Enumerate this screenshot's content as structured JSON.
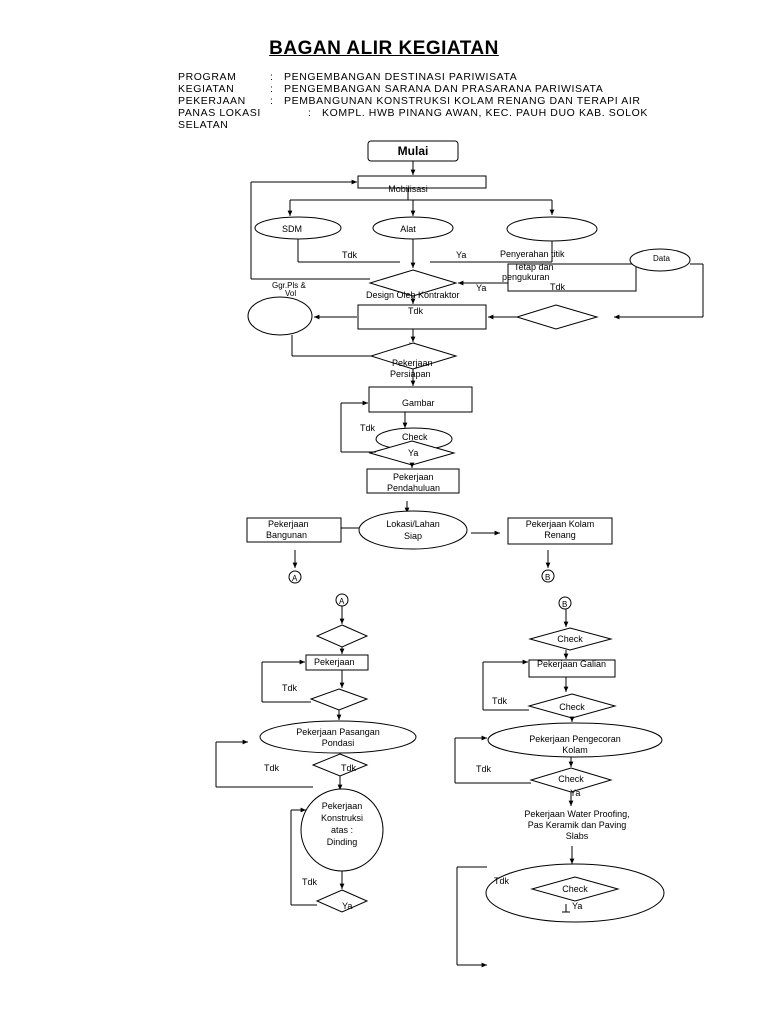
{
  "title": "BAGAN ALIR KEGIATAN",
  "header": {
    "rows": [
      {
        "label": "PROGRAM",
        "sep": ":",
        "value": "PENGEMBANGAN DESTINASI PARIWISATA"
      },
      {
        "label": "KEGIATAN",
        "sep": ":",
        "value": "PENGEMBANGAN SARANA DAN PRASARANA PARIWISATA"
      },
      {
        "label": "PEKERJAAN",
        "sep": ":",
        "value": "PEMBANGUNAN KONSTRUKSI KOLAM RENANG DAN TERAPI AIR"
      },
      {
        "label": "PANAS LOKASI",
        "sep": ":",
        "value": "KOMPL. HWB PINANG AWAN, KEC. PAUH DUO KAB. SOLOK"
      },
      {
        "label": "SELATAN",
        "sep": "",
        "value": ""
      }
    ]
  },
  "nodes": {
    "mulai": "Mulai",
    "mobilisasi": "Mobilisasi",
    "sdm": "SDM",
    "alat": "Alat",
    "penyerahan_line1": "Penyerahan titik",
    "penyerahan_line2": "Tetap dan",
    "penyerahan_line3": "pengukuran",
    "data": "Data",
    "ggr_line1": "Ggr.Pls &",
    "ggr_line2": "Vol",
    "design": "Design Oleh Kontraktor",
    "persiapan_line1": "Pekerjaan",
    "persiapan_line2": "Persiapan",
    "gambar": "Gambar",
    "check": "Check",
    "pendahuluan_line1": "Pekerjaan",
    "pendahuluan_line2": "Pendahuluan",
    "lokasi_line1": "Lokasi/Lahan",
    "lokasi_line2": "Siap",
    "bangunan_line1": "Pekerjaan",
    "bangunan_line2": "Bangunan",
    "kolam_line1": "Pekerjaan Kolam",
    "kolam_line2": "Renang",
    "conn_a": "A",
    "conn_b": "B",
    "pekerjaan": "Pekerjaan",
    "pondasi_line1": "Pekerjaan Pasangan",
    "pondasi_line2": "Pondasi",
    "dinding_line1": "Pekerjaan",
    "dinding_line2": "Konstruksi",
    "dinding_line3": "atas :",
    "dinding_line4": "Dinding",
    "galian": "Pekerjaan Galian",
    "pengecoran_line1": "Pekerjaan Pengecoran",
    "pengecoran_line2": "Kolam",
    "waterproof_line1": "Pekerjaan Water Proofing,",
    "waterproof_line2": "Pas Keramik dan Paving",
    "waterproof_line3": "Slabs"
  },
  "labels": {
    "tdk": "Tdk",
    "ya": "Ya"
  }
}
